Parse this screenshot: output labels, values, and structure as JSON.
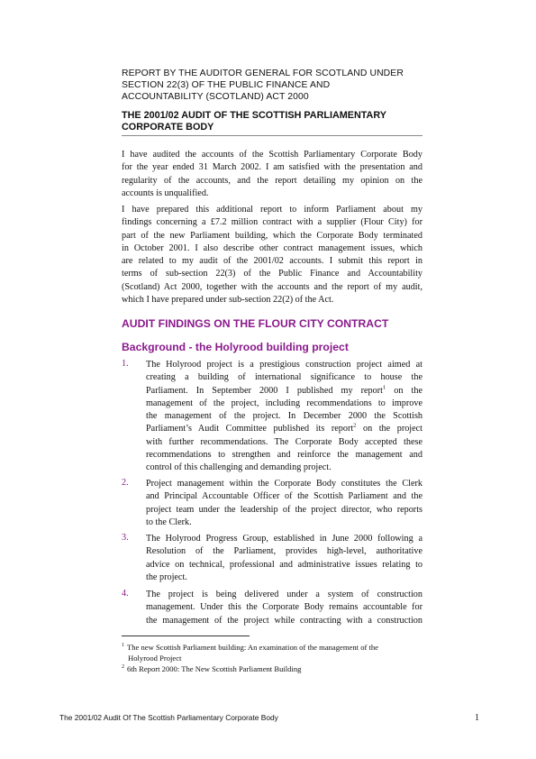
{
  "report_header": [
    "REPORT BY THE AUDITOR GENERAL FOR SCOTLAND UNDER",
    "SECTION 22(3) OF THE PUBLIC FINANCE AND",
    "ACCOUNTABILITY (SCOTLAND) ACT 2000"
  ],
  "title": [
    "THE 2001/02 AUDIT OF THE SCOTTISH PARLIAMENTARY",
    "CORPORATE BODY"
  ],
  "intro_paragraph_1": [
    "I have audited the accounts of the Scottish Parliamentary Corporate Body",
    "for the year ended 31 March 2002. I am satisfied with the presentation and",
    "regularity of the accounts, and the report detailing my opinion on the",
    "accounts is unqualified."
  ],
  "intro_paragraph_2": [
    "I have prepared this additional report to inform Parliament about my",
    "findings concerning a £7.2 million contract with a supplier (Flour City) for",
    "part of the new Parliament building, which the Corporate Body terminated",
    "in October 2001. I also describe other contract management issues, which",
    "are related to my audit of the 2001/02 accounts. I submit this report in",
    "terms of sub-section 22(3) of the Public Finance and Accountability",
    "(Scotland) Act 2000, together with the accounts and the report of my audit,",
    "which I have prepared under sub-section 22(2) of the Act."
  ],
  "section_heading": "AUDIT FINDINGS ON THE FLOUR CITY CONTRACT",
  "subsection_heading": "Background - the Holyrood building project",
  "items": [
    {
      "number": "1.",
      "lines": [
        "The Holyrood project is a prestigious construction project aimed at",
        "creating a building of international significance to house the",
        "Parliament. In September 2000 I published my report",
        "management of the project, including recommendations to improve",
        "the management of the project. In December 2000 the Scottish",
        "Parliament’s Audit Committee published its report",
        "with further recommendations. The Corporate Body accepted these",
        "recommendations to strengthen and reinforce the management and",
        "control of this challenging and demanding project."
      ],
      "line3_tail": "on the",
      "line6_tail": "on the project",
      "fn1": "1",
      "fn2": "2"
    },
    {
      "number": "2.",
      "lines": [
        "Project management within the Corporate Body constitutes the Clerk",
        "and Principal Accountable Officer of the Scottish Parliament and the",
        "project team under the leadership of the project director, who reports",
        "to the Clerk."
      ]
    },
    {
      "number": "3.",
      "lines": [
        "The Holyrood Progress Group, established in June 2000 following a",
        "Resolution of the Parliament, provides high-level, authoritative",
        "advice on technical, professional and administrative issues relating to",
        "the project."
      ]
    },
    {
      "number": "4.",
      "lines": [
        "The project is being delivered under a system of construction",
        "management. Under this the Corporate Body remains accountable for",
        "the management of the project while contracting with a construction"
      ]
    }
  ],
  "footnotes": [
    {
      "mark": "1",
      "text": "The new Scottish Parliament building: An examination of the management of the",
      "cont": "Holyrood Project"
    },
    {
      "mark": "2",
      "text": "6th Report 2000: The New Scottish Parliament Building"
    }
  ],
  "footer": {
    "text": "The 2001/02 Audit Of The Scottish Parliamentary Corporate Body",
    "page_number": "1"
  },
  "colors": {
    "heading": "#8a1a8c"
  }
}
